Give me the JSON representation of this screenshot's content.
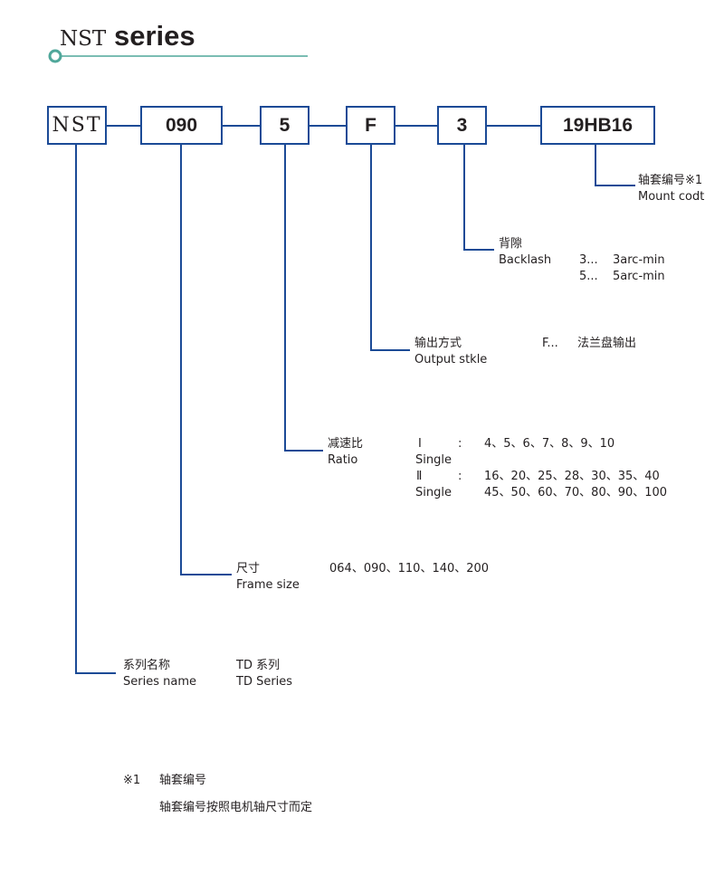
{
  "header": {
    "model": "NST",
    "series_word": "series"
  },
  "code_boxes": [
    "NST",
    "090",
    "5",
    "F",
    "3",
    "19HB16"
  ],
  "mount": {
    "label_cn": "轴套编号※1",
    "label_en": "Mount codt"
  },
  "backlash": {
    "label_cn": "背隙",
    "label_en": "Backlash",
    "options": [
      {
        "code": "3...",
        "value": "3arc-min"
      },
      {
        "code": "5...",
        "value": "5arc-min"
      }
    ]
  },
  "output": {
    "label_cn": "输出方式",
    "label_en": "Output stkle",
    "code": "F...",
    "value": "法兰盘输出"
  },
  "ratio": {
    "label_cn": "减速比",
    "label_en": "Ratio",
    "rows": [
      {
        "stage": "Ⅰ",
        "colon": ":",
        "type": "Single",
        "values": "4、5、6、7、8、9、10"
      },
      {
        "stage": "Ⅱ",
        "colon": ":",
        "type": "Single",
        "values": "16、20、25、28、30、35、40",
        "values2": "45、50、60、70、80、90、100"
      }
    ]
  },
  "frame": {
    "label_cn": "尺寸",
    "label_en": "Frame size",
    "values": "064、090、110、140、200"
  },
  "series": {
    "label_cn": "系列名称",
    "label_en": "Series name",
    "value_cn": "TD 系列",
    "value_en": "TD Series"
  },
  "footnote": {
    "mark": "※1",
    "title": "轴套编号",
    "text": "轴套编号按照电机轴尺寸而定"
  },
  "colors": {
    "line": "#1b4a96",
    "accent": "#4fa79a"
  }
}
